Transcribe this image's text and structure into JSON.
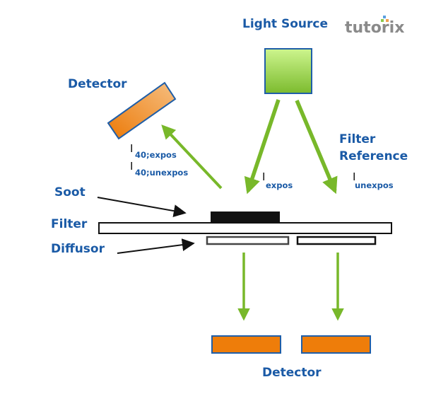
{
  "logo": {
    "text": "tutorix"
  },
  "labels": {
    "light_source": "Light Source",
    "detector_top": "Detector",
    "filter_reference_line1": "Filter",
    "filter_reference_line2": "Reference",
    "soot": "Soot",
    "filter": "Filter",
    "diffusor": "Diffusor",
    "detector_bottom": "Detector"
  },
  "intensities": {
    "symbol": "I",
    "reflected_exposed_sub": "40;expos",
    "reflected_unexposed_sub": "40;unexpos",
    "incident_exposed_sub": "expos",
    "incident_unexposed_sub": "unexpos"
  },
  "colors": {
    "label_blue": "#1a5aa6",
    "arrow_green": "#78b82a",
    "detector_orange": "#ee7d0a",
    "source_green": "#a6dc5c",
    "outline_blue": "#1f5ea8"
  }
}
